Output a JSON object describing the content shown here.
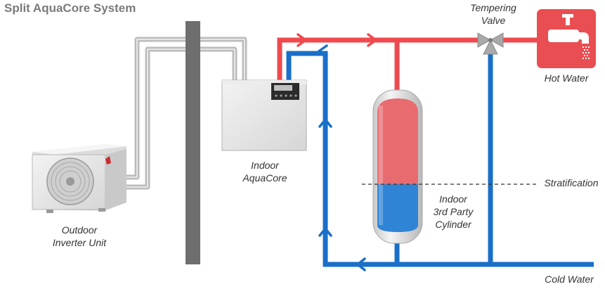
{
  "title": "Split AquaCore System",
  "labels": {
    "tempering_valve": [
      "Tempering",
      "Valve"
    ],
    "hot_water": "Hot Water",
    "indoor_aquacore": [
      "Indoor",
      "AquaCore"
    ],
    "stratification": "Stratification",
    "cylinder": [
      "Indoor",
      "3rd Party",
      "Cylinder"
    ],
    "outdoor_unit": [
      "Outdoor",
      "Inverter Unit"
    ],
    "cold_water": "Cold Water"
  },
  "colors": {
    "hot_pipe": "#ee4a4f",
    "cold_pipe": "#1a6fc8",
    "refrigerant_pipe": "#bcbcbc",
    "wall": "#6e6e6e",
    "tap_box": "#e94e52",
    "cylinder_top": "#e86b70",
    "cylinder_bottom": "#2f84d6"
  },
  "icons": [
    "outdoor-unit-icon",
    "indoor-unit-icon",
    "cylinder-icon",
    "tempering-valve-icon",
    "tap-icon",
    "flow-arrow-icon"
  ]
}
